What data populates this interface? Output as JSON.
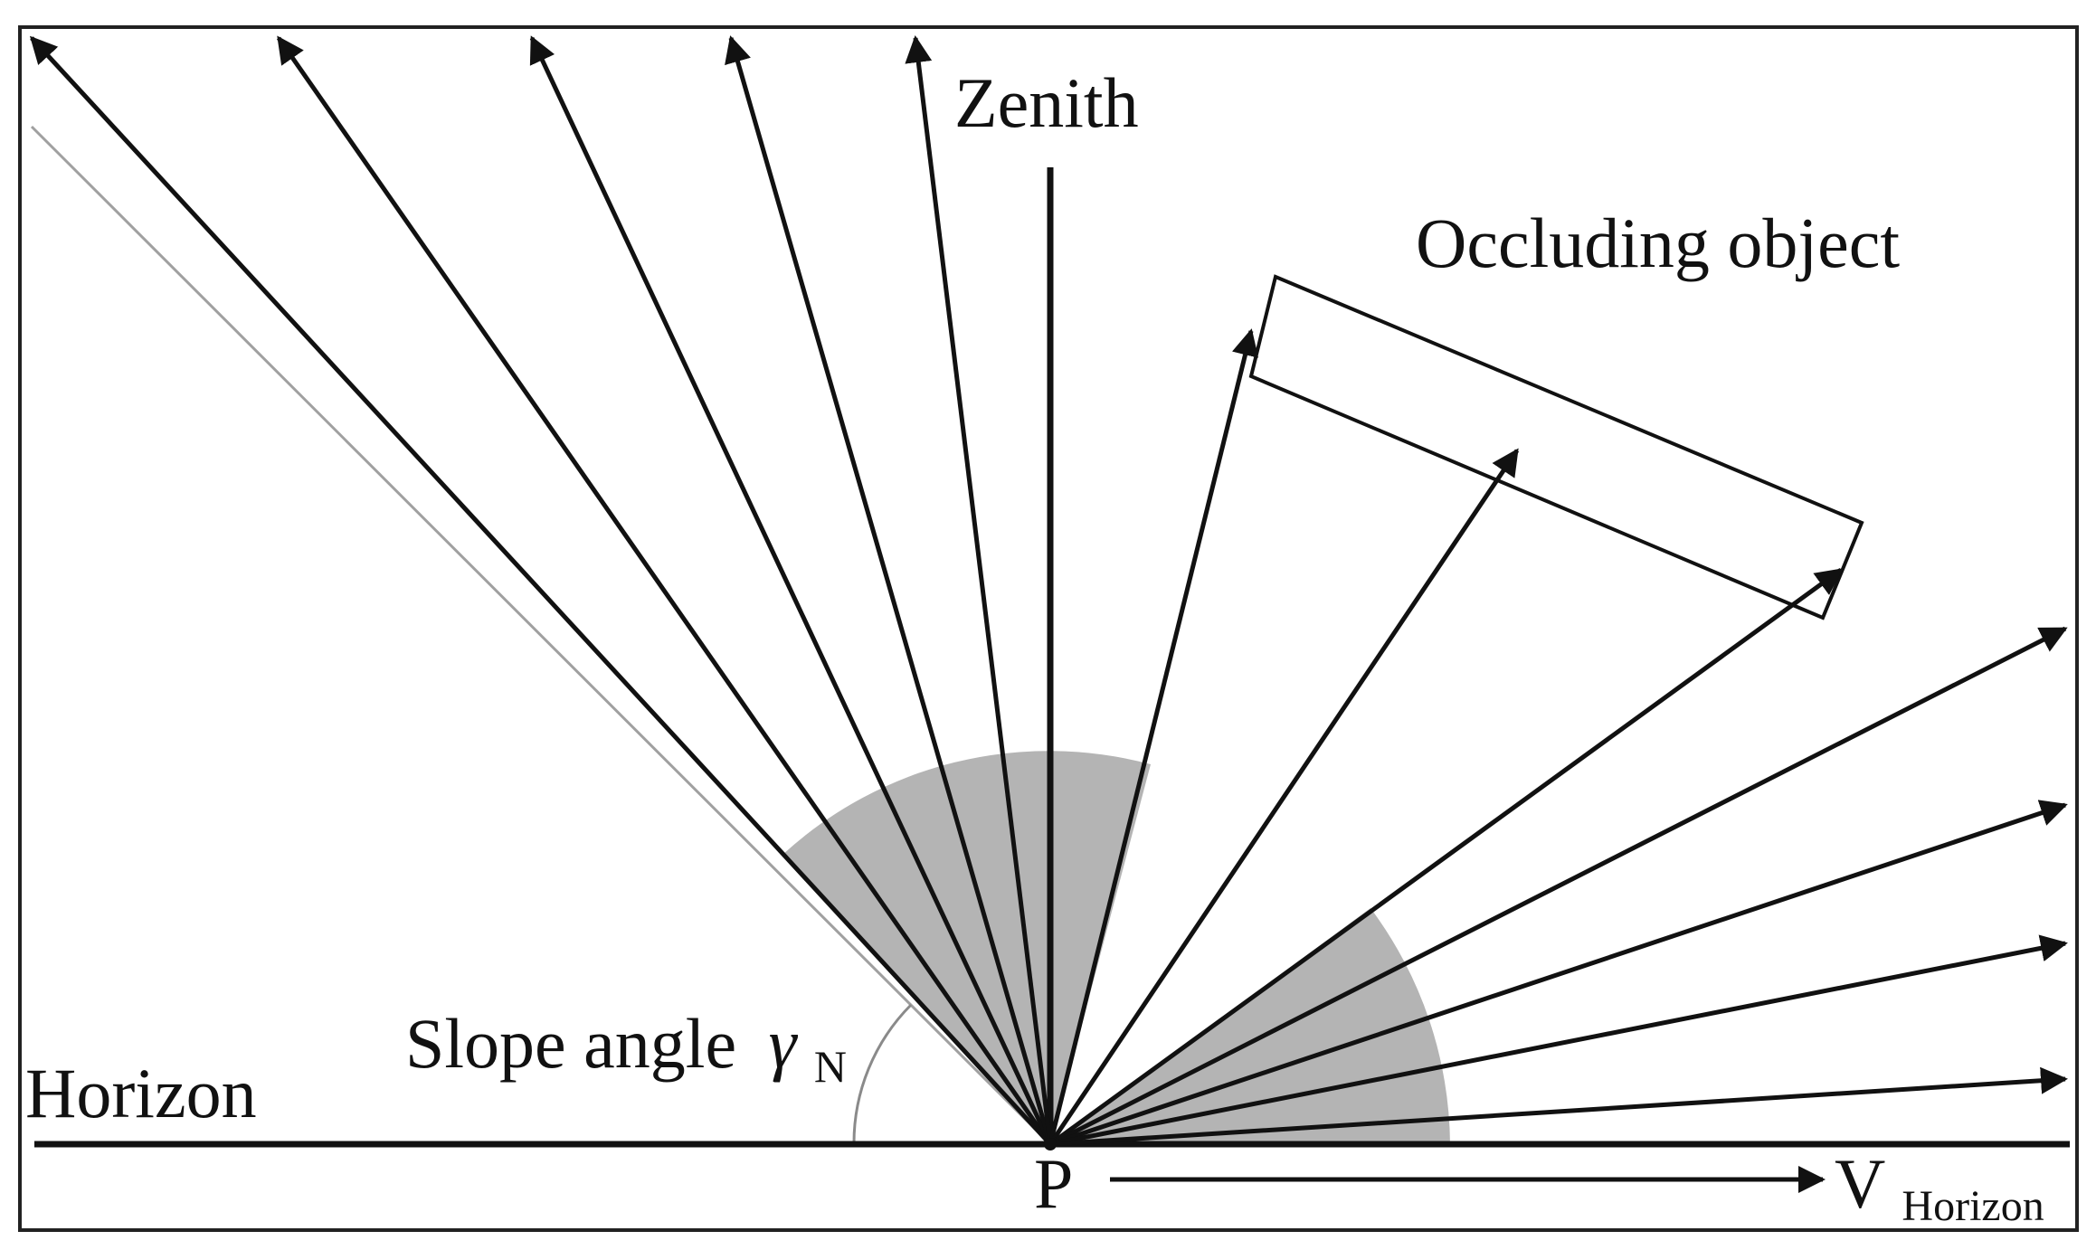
{
  "labels": {
    "zenith": "Zenith",
    "occluding_object": "Occluding object",
    "slope_angle": "Slope angle",
    "slope_symbol": "γ",
    "slope_subscript": "N",
    "horizon": "Horizon",
    "point": "P",
    "v_main": "V",
    "v_subscript": "Horizon"
  },
  "colors": {
    "ink": "#111111",
    "sector_fill": "#b4b4b4",
    "guide_line": "#a0a0a0",
    "background": "#ffffff"
  },
  "rays": {
    "left_count": 5,
    "occluded_count": 3,
    "right_count": 4
  }
}
